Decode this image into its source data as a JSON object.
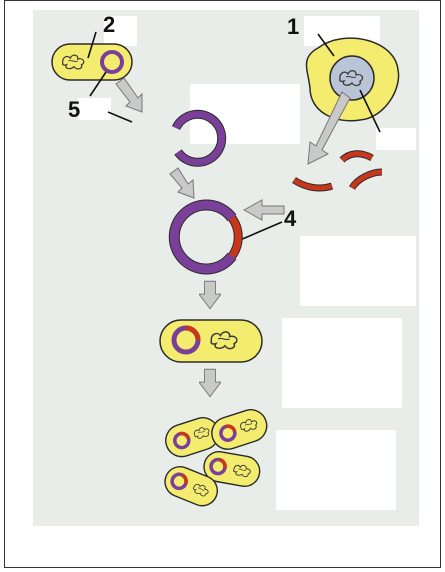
{
  "labels": {
    "one": "1",
    "two": "2",
    "four": "4",
    "five": "5"
  },
  "colors": {
    "cell_fill": "#f4ec6e",
    "cell_stroke": "#2b2b2b",
    "plasmid": "#7a3f98",
    "insert": "#c8371c",
    "nucleus": "#b9c4d6",
    "arrow": "#c6c6c6",
    "background": "#e9ede9"
  },
  "icons": {
    "arrow": "gray-block-arrow",
    "cell": "bacterium-icon",
    "plasmid": "plasmid-ring-icon",
    "dna_fragment": "dna-fragment-icon"
  }
}
